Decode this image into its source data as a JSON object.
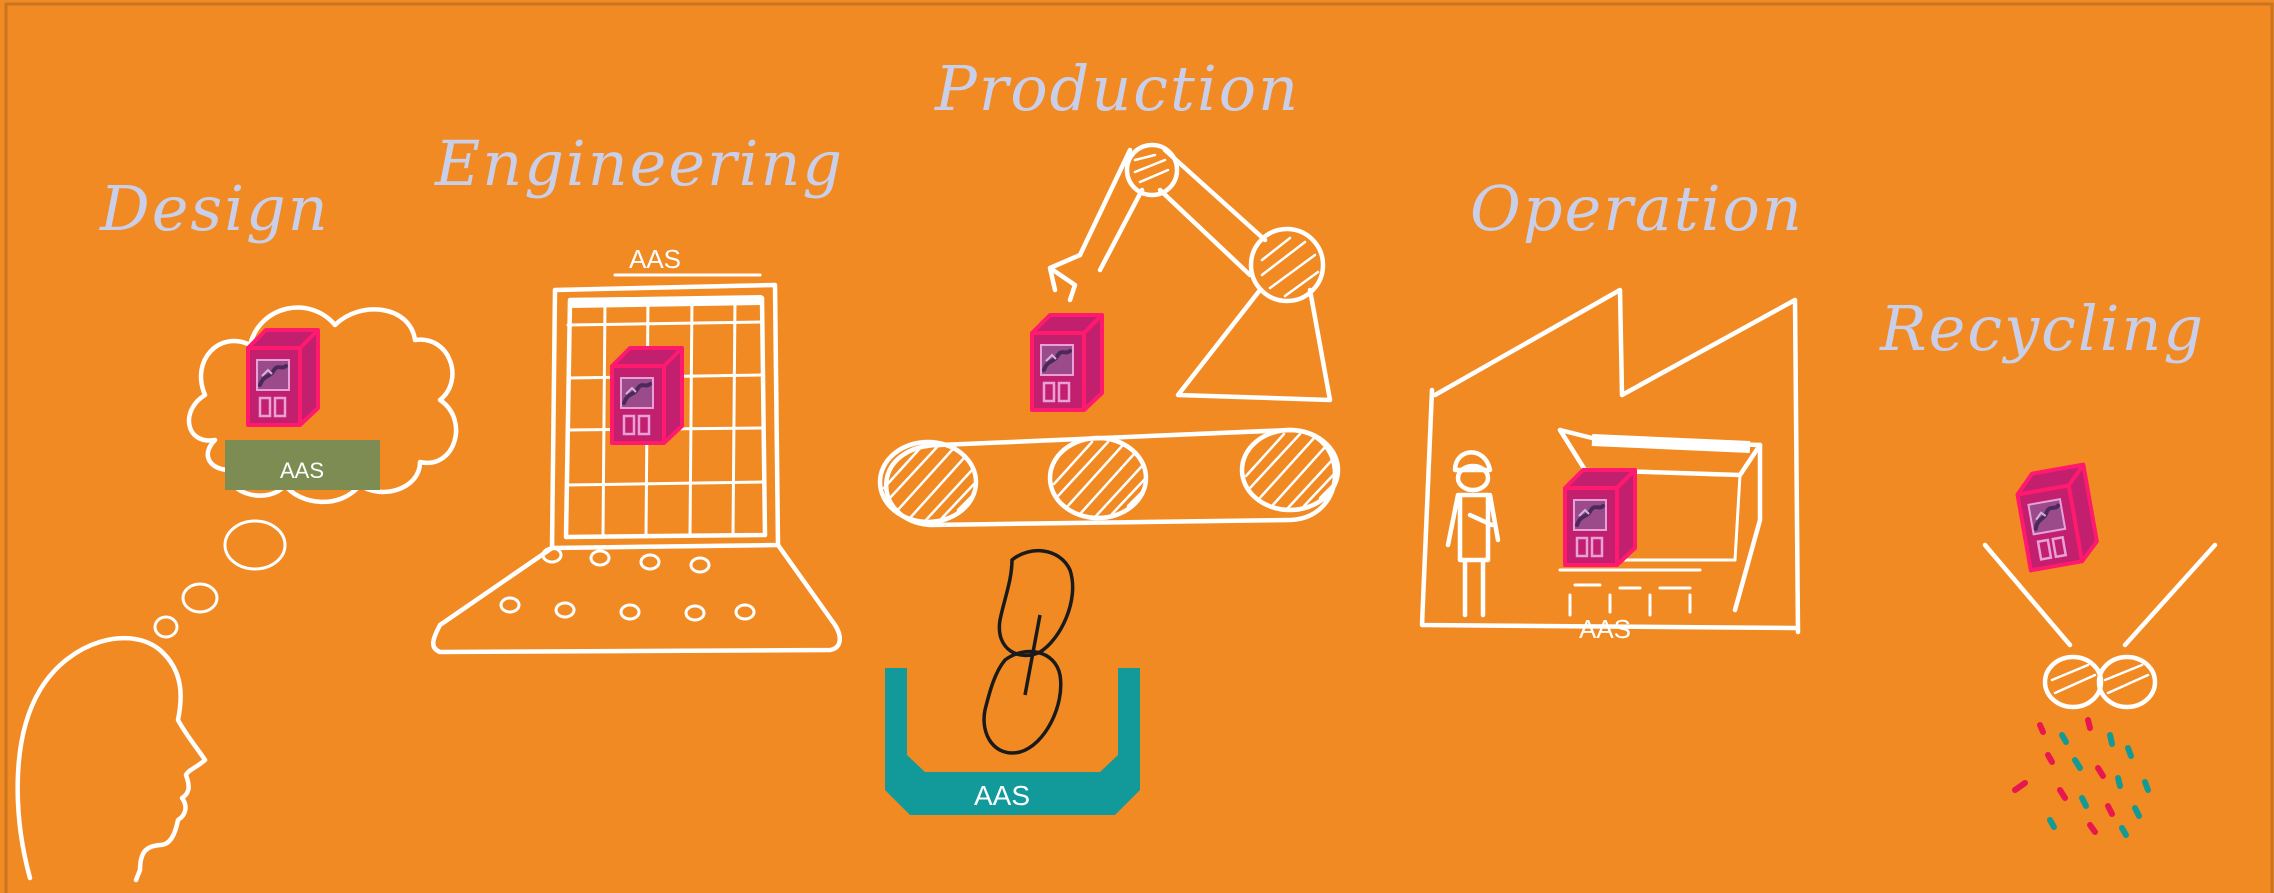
{
  "colors": {
    "background": "#f28a24",
    "border": "#c9741e",
    "chalk": "#ffffff",
    "stage_title": "#c9cfe8",
    "product_fill": "#c21f6e",
    "product_outline": "#ff1a6e",
    "aas_plate_green": "#7d8c52",
    "aas_bucket_teal": "#12999a",
    "particle_red": "#e8174f",
    "particle_teal": "#139a94"
  },
  "stages": {
    "design": {
      "title": "Design",
      "aas_label": "AAS"
    },
    "engineering": {
      "title": "Engineering",
      "aas_label": "AAS"
    },
    "production": {
      "title": "Production",
      "aas_label": "AAS"
    },
    "operation": {
      "title": "Operation",
      "aas_label": "AAS"
    },
    "recycling": {
      "title": "Recycling"
    }
  },
  "icons": {
    "design": [
      "person-head-icon",
      "thought-cloud-icon",
      "product-box-icon"
    ],
    "engineering": [
      "laptop-icon",
      "product-box-icon"
    ],
    "production": [
      "robot-arm-icon",
      "conveyor-belt-icon",
      "chain-link-icon",
      "aas-bucket-icon",
      "product-box-icon"
    ],
    "operation": [
      "factory-icon",
      "worker-icon",
      "machine-icon",
      "product-box-icon"
    ],
    "recycling": [
      "funnel-icon",
      "shredder-rollers-icon",
      "particles-icon",
      "product-box-icon"
    ]
  }
}
